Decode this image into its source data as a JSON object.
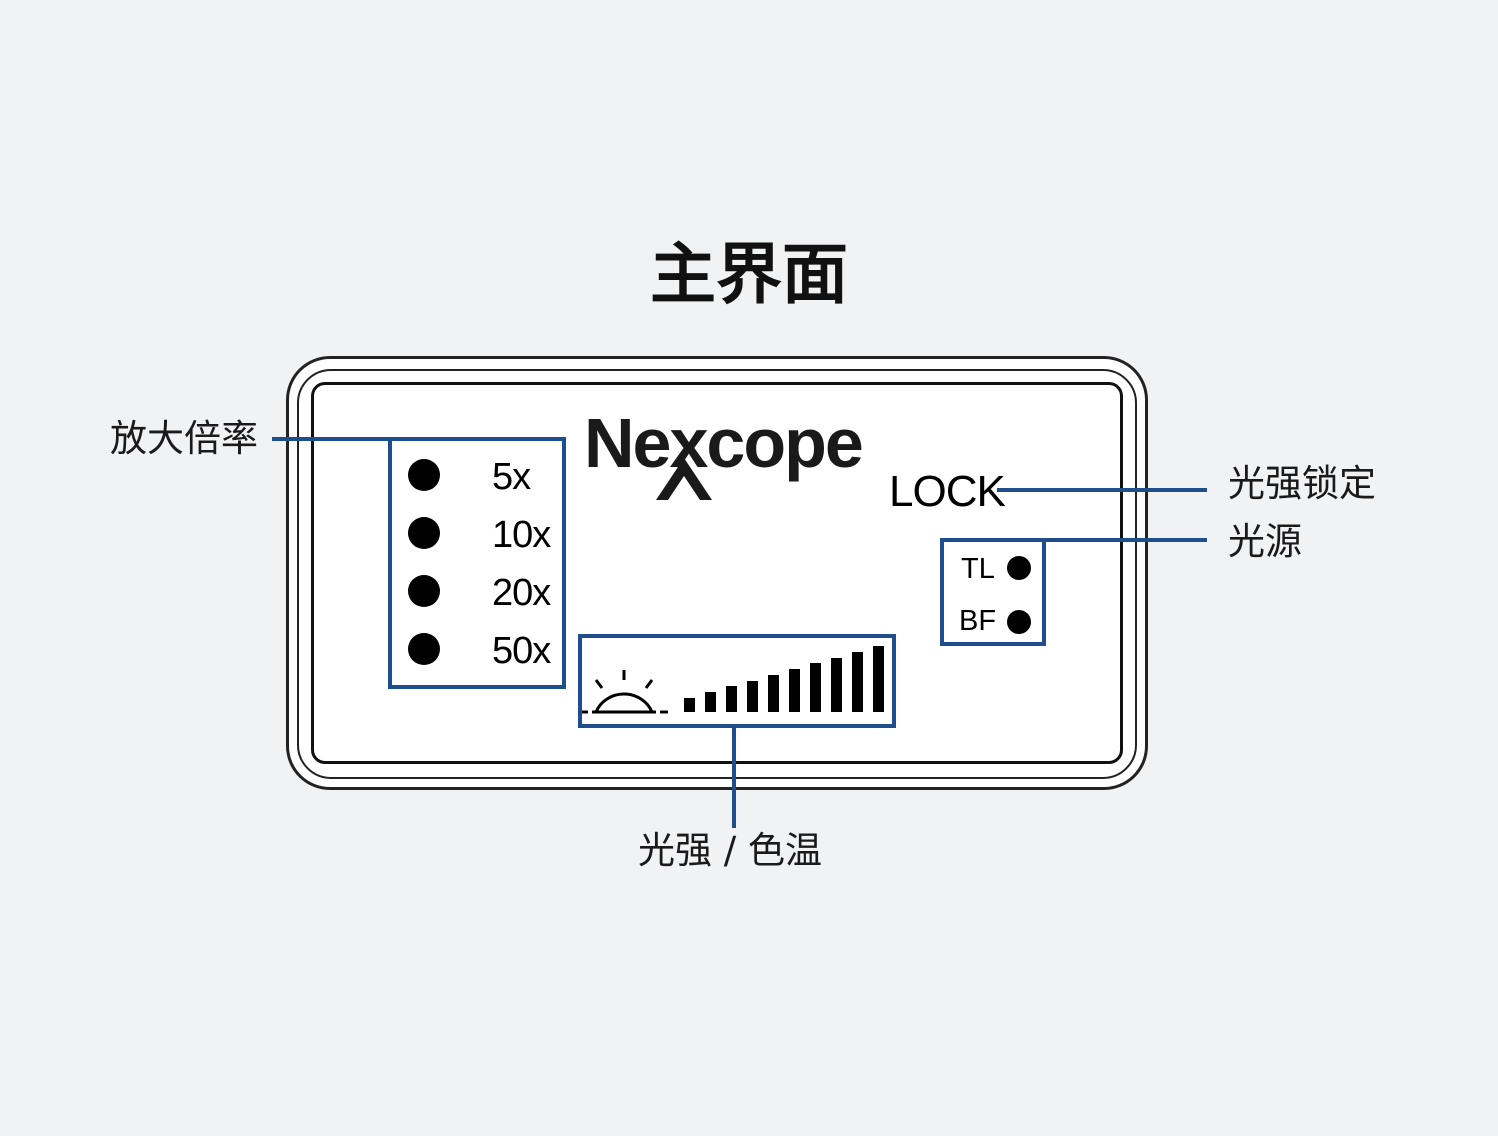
{
  "title": "主界面",
  "device": {
    "brand": "Nexcope",
    "lock_label": "LOCK",
    "magnifications": [
      "5x",
      "10x",
      "20x",
      "50x"
    ],
    "light_sources": [
      "TL",
      "BF"
    ],
    "brightness_level": {
      "filled_bars": 10,
      "total_bars": 10
    },
    "brightness_icon": "sun-rising-icon"
  },
  "callouts": {
    "magnification": "放大倍率",
    "lock": "光强锁定",
    "source": "光源",
    "intensity_color_temp": "光强 / 色温"
  },
  "colors": {
    "callout_line": "#1e4e8c",
    "background": "#f1f2f4"
  }
}
